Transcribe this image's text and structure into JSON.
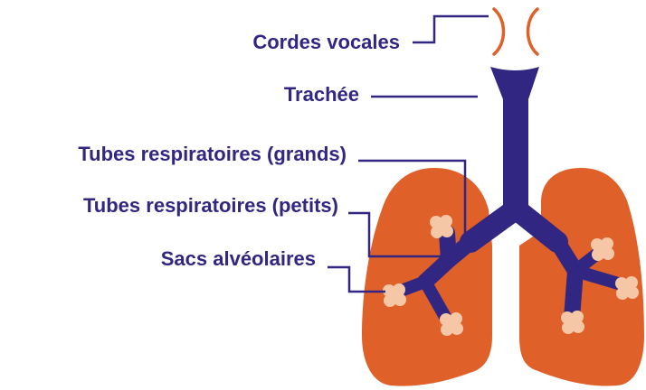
{
  "labels": {
    "vocal_cords": "Cordes vocales",
    "trachea": "Trachée",
    "large_airways": "Tubes respiratoires (grands)",
    "small_airways": "Tubes respiratoires (petits)",
    "alveolar_sacs": "Sacs alvéolaires"
  },
  "colors": {
    "label_text": "#312783",
    "leader_line": "#312783",
    "airway": "#312783",
    "lung": "#E0602A",
    "vocal_cords": "#E0602A",
    "alveoli": "#F6C7A6"
  }
}
